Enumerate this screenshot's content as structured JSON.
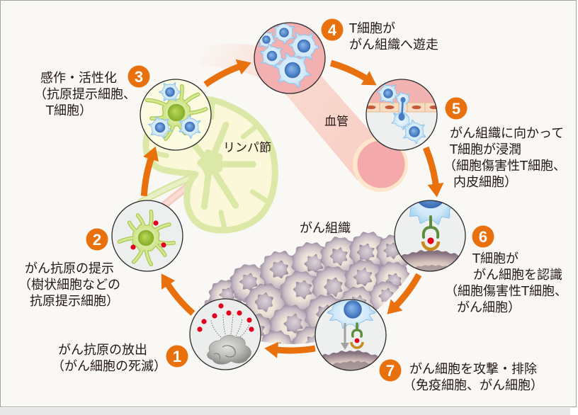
{
  "steps": [
    {
      "number": "1",
      "lines": [
        "がん抗原の放出",
        "（がん細胞の死滅）"
      ]
    },
    {
      "number": "2",
      "lines": [
        "がん抗原の提示",
        "（樹状細胞などの",
        "抗原提示細胞）"
      ]
    },
    {
      "number": "3",
      "lines": [
        "感作・活性化",
        "（抗原提示細胞、",
        "T細胞）"
      ]
    },
    {
      "number": "4",
      "lines": [
        "T細胞が",
        "がん組織へ遊走"
      ]
    },
    {
      "number": "5",
      "lines": [
        "がん組織に向かって",
        "T細胞が浸潤",
        "（細胞傷害性T細胞、",
        "内皮細胞）"
      ]
    },
    {
      "number": "6",
      "lines": [
        "T細胞が",
        "がん細胞を認識",
        "（細胞傷害性T細胞、",
        "がん細胞）"
      ]
    },
    {
      "number": "7",
      "lines": [
        "がん細胞を攻撃・排除",
        "（免疫細胞、がん細胞）"
      ]
    }
  ],
  "regions": {
    "lymph_node": "リンパ節",
    "blood_vessel": "血管",
    "cancer_tissue": "がん組織"
  },
  "cycle_order": [
    "1",
    "2",
    "3",
    "4",
    "5",
    "6",
    "7"
  ],
  "colors": {
    "accent": "#e8700d",
    "text": "#231815",
    "frame_border": "#a3a3a3",
    "background": "#faf8f4",
    "antigen": "#e3001c",
    "t_cell_nucleus": "#4a7cc2",
    "dendritic_cell": "#d3e88f"
  }
}
